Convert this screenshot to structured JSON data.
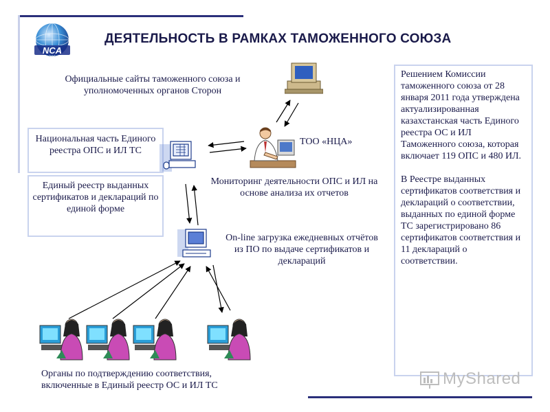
{
  "header": {
    "title": "ДЕЯТЕЛЬНОСТЬ В РАМКАХ ТАМОЖЕННОГО СОЮЗА",
    "logo_text": "NCA"
  },
  "labels": {
    "official_sites": "Официальные сайты таможенного союза и уполномоченных органов Сторон",
    "too_nca": "ТОО «НЦА»",
    "monitoring": "Мониторинг деятельности ОПС и ИЛ на основе анализа их отчетов",
    "online_upload": "On-line загрузка ежедневных отчётов из ПО по выдаче сертификатов и деклараций",
    "bodies": "Органы по подтверждению соответствия, включенные в Единый реестр ОС и ИЛ ТС"
  },
  "boxes": {
    "national_part": "Национальная часть Единого реестра ОПС и ИЛ ТС",
    "unified_register": "Единый реестр выданных сертификатов и деклараций по единой форме"
  },
  "info_panel": {
    "paragraph1": "Решением Комиссии таможенного союза от 28 января 2011 года утверждена актуализированная казахстанская часть Единого реестра ОС и ИЛ Таможенного союза, которая включает 119 ОПС и 480 ИЛ.",
    "paragraph2": "В Реестре выданных сертификатов соответствия и деклараций о соответствии, выданных по единой форме ТС зарегистрировано 86 сертификатов соответствия и 11 деклараций о соответствии."
  },
  "watermark": "MyShared",
  "colors": {
    "title": "#1a1a4a",
    "frame": "#2a2f7a",
    "box_border": "#c9d3ee",
    "operator_shirt": "#c94bb5",
    "monitor_blue": "#3a7bd5"
  },
  "icons": [
    "globe-logo",
    "desktop-computer-icon",
    "businessman-icon",
    "server-computer-icon",
    "network-computer-icon",
    "operator-icon"
  ]
}
